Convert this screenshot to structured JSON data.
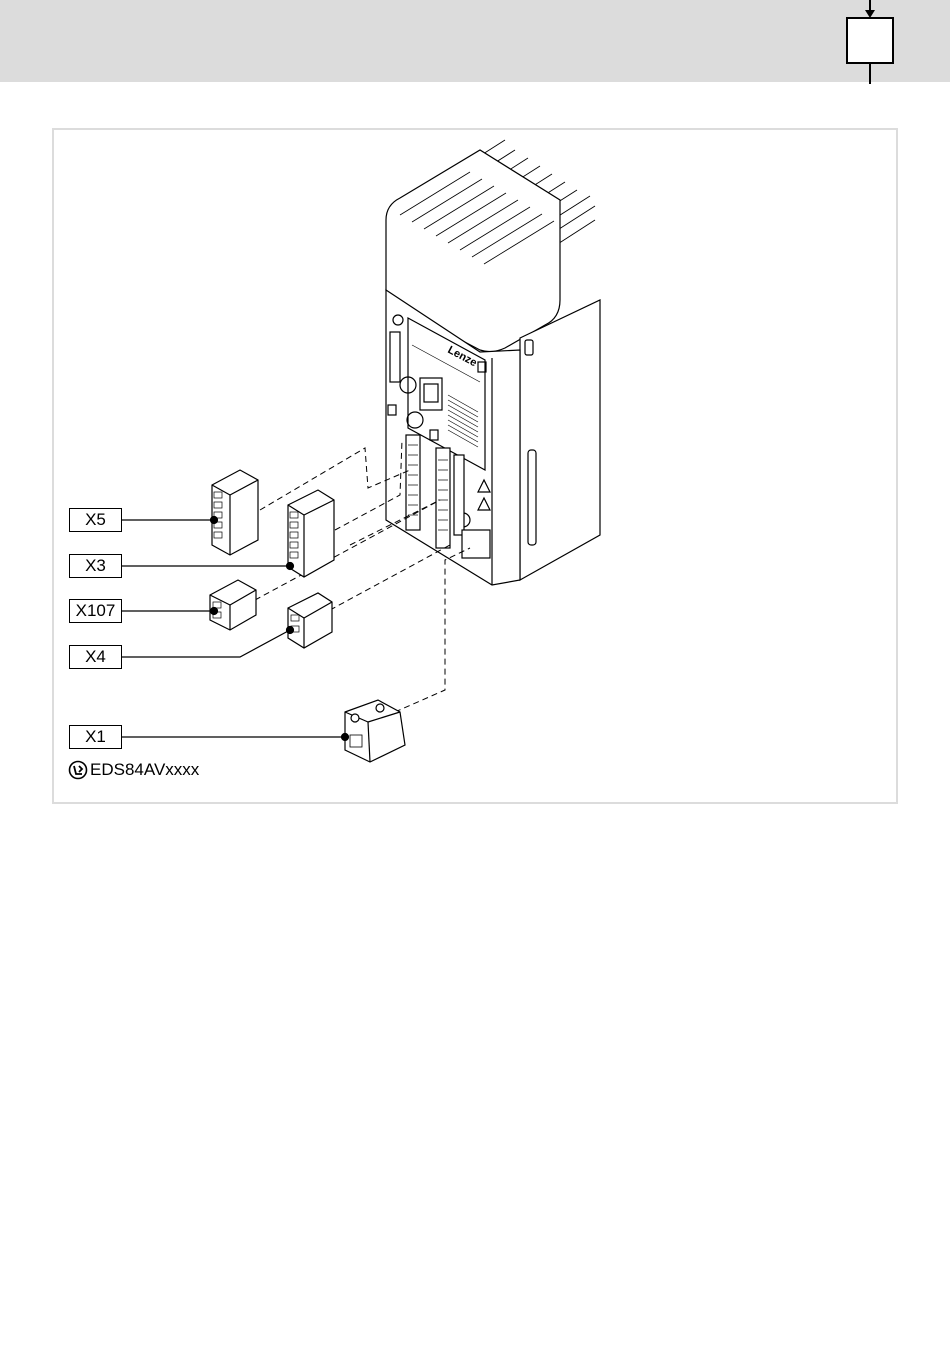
{
  "labels": {
    "x5": "X5",
    "x3": "X3",
    "x107": "X107",
    "x4": "X4",
    "x1": "X1"
  },
  "device": {
    "brand": "Lenze"
  },
  "reference": {
    "code": "EDS84AVxxxx",
    "icon": "document-reference-icon"
  },
  "colors": {
    "header_band": "#dcdcdc",
    "frame_border": "#dcdcdc",
    "line": "#000000"
  }
}
